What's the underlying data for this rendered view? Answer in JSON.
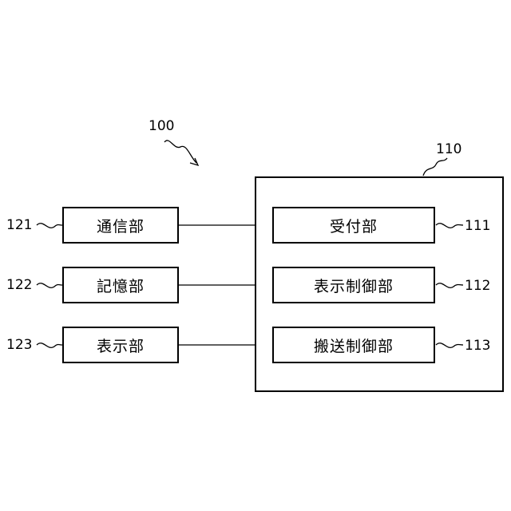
{
  "system": {
    "ref": "100"
  },
  "controller": {
    "ref": "110",
    "units": [
      {
        "ref": "111",
        "label": "受付部"
      },
      {
        "ref": "112",
        "label": "表示制御部"
      },
      {
        "ref": "113",
        "label": "搬送制御部"
      }
    ]
  },
  "peripherals": [
    {
      "ref": "121",
      "label": "通信部"
    },
    {
      "ref": "122",
      "label": "記憶部"
    },
    {
      "ref": "123",
      "label": "表示部"
    }
  ]
}
